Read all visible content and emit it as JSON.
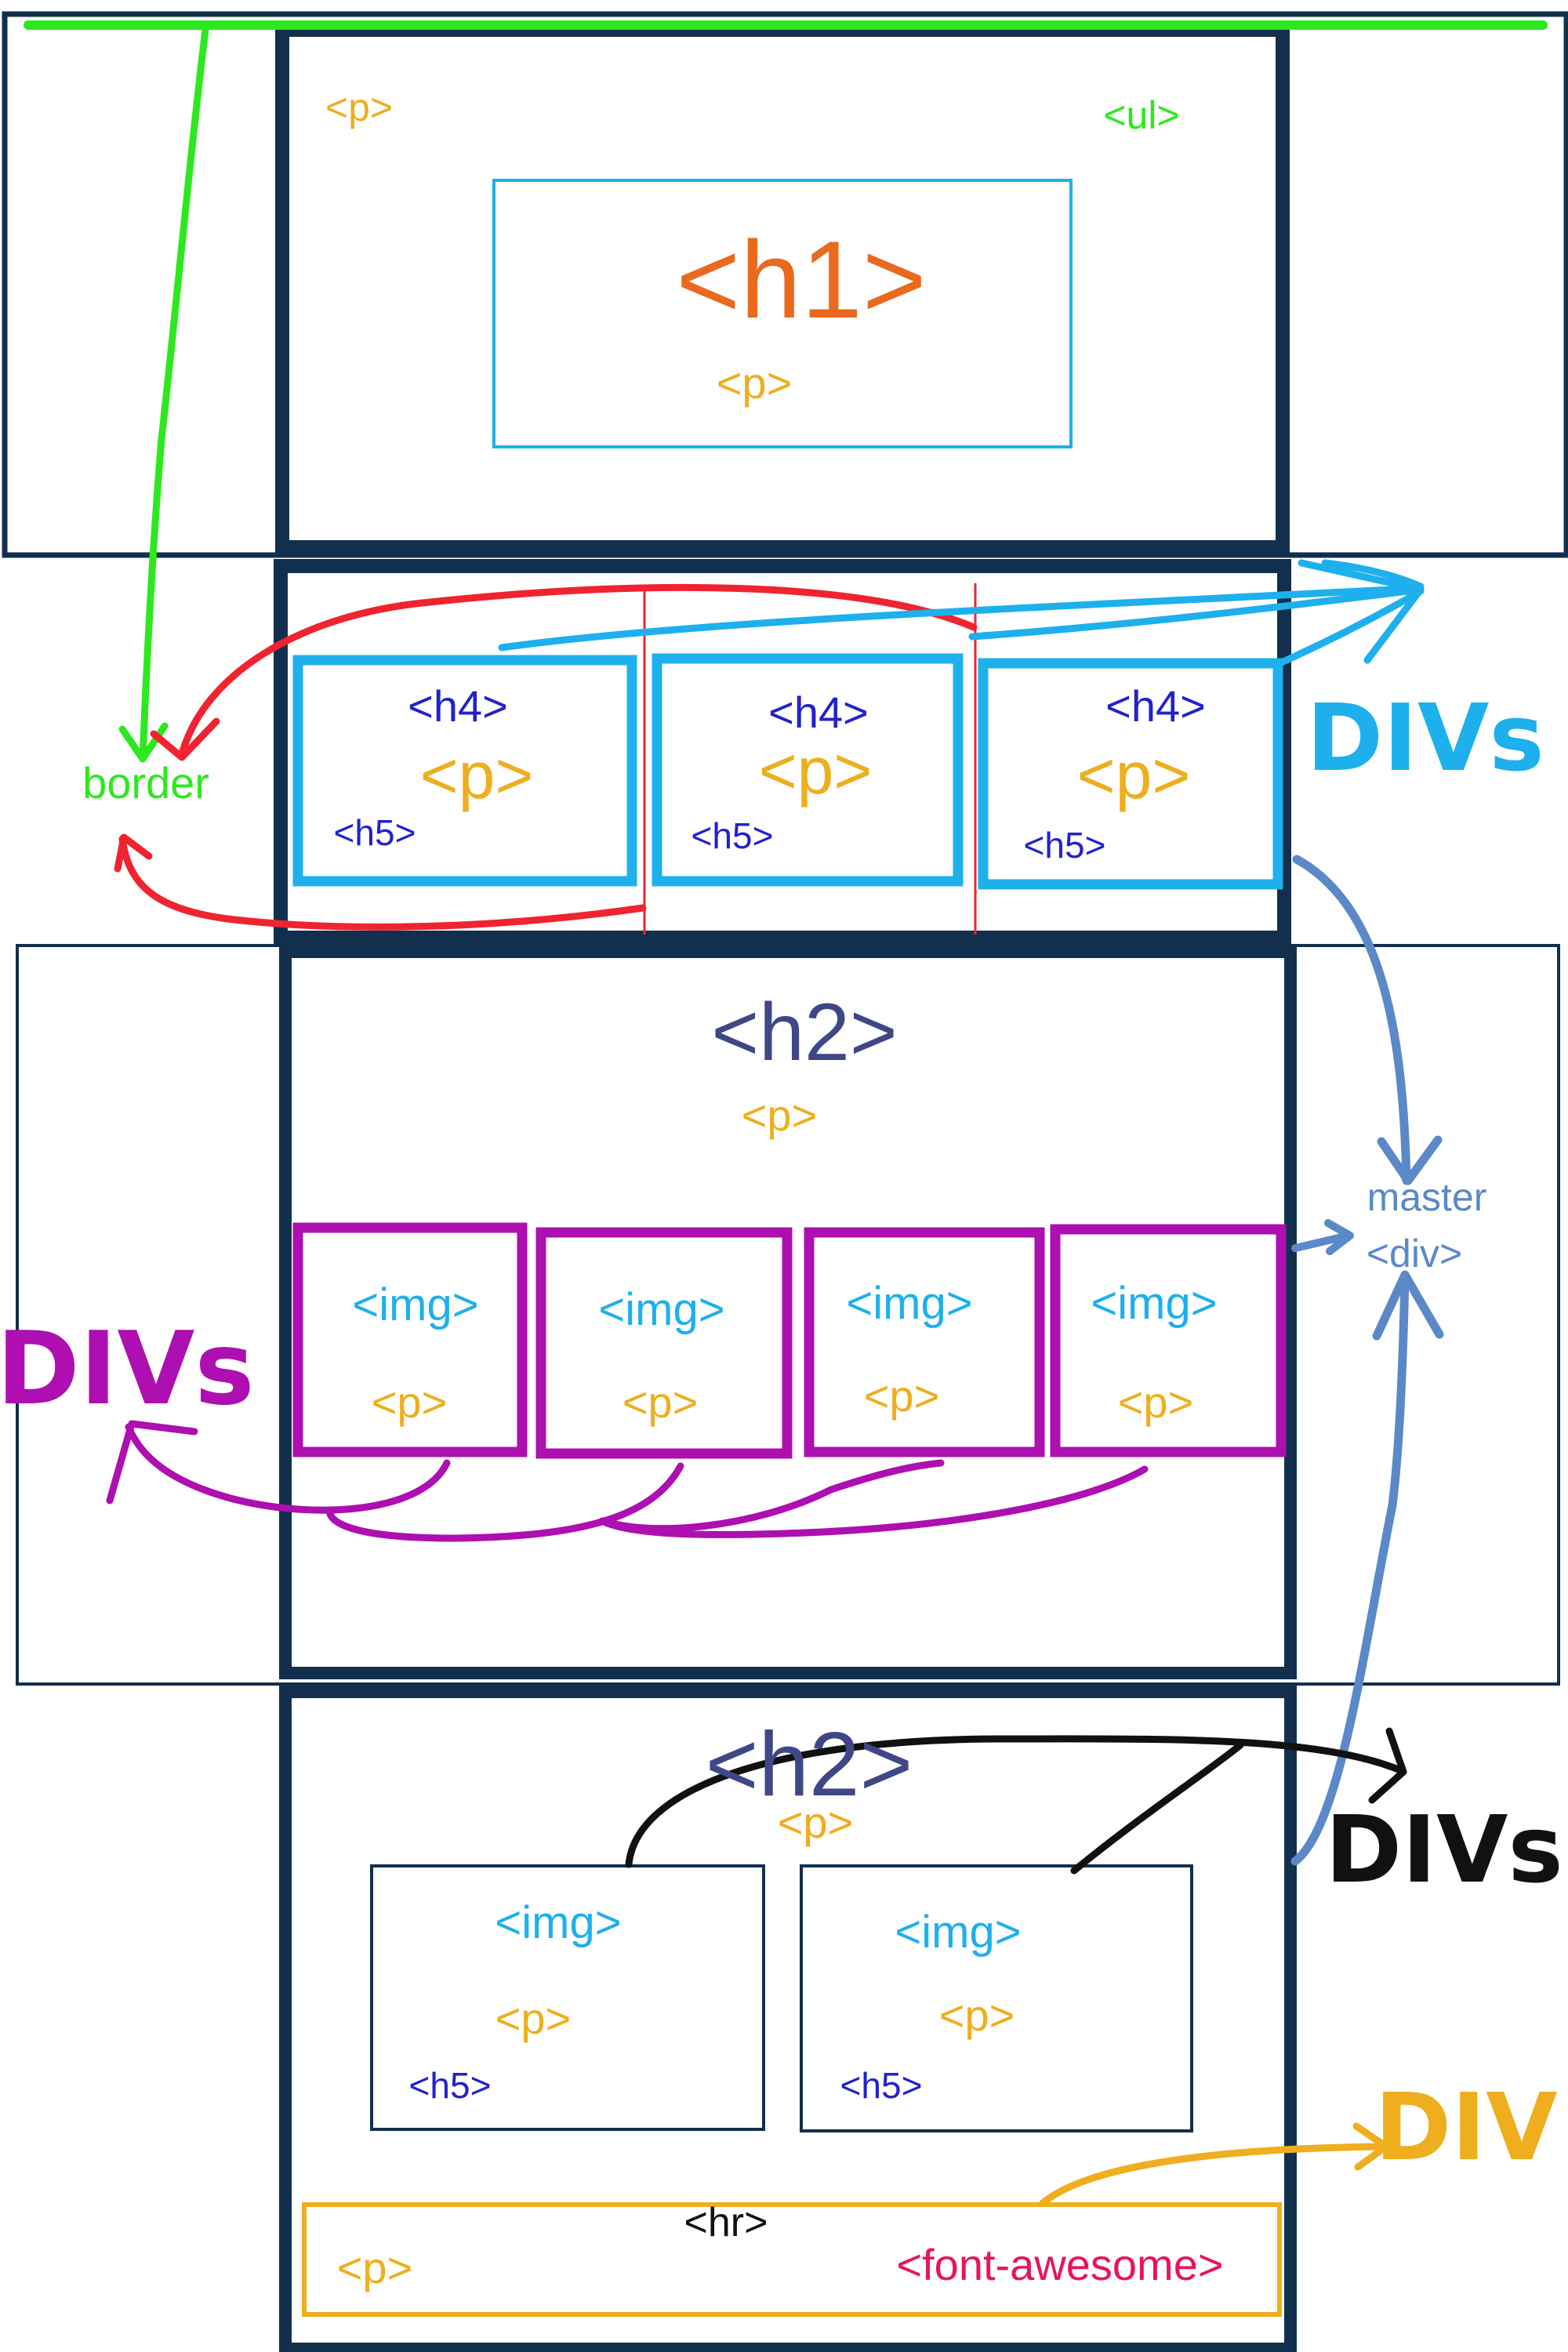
{
  "colors": {
    "navy": "#12304d",
    "green": "#2ee81f",
    "red": "#ef2430",
    "cyan": "#1eb0ec",
    "orange": "#e96a1e",
    "gold": "#eeae1e",
    "dark_blue": "#2222cc",
    "indigo": "#3f4787",
    "magenta": "#ad0fb0",
    "steel": "#5b89c8",
    "black": "#111111",
    "pink": "#e8135f"
  },
  "header": {
    "p_tag": "<p>",
    "ul_tag": "<ul>",
    "h1_tag": "<h1>",
    "inner_p_tag": "<p>"
  },
  "annotations": {
    "border": "border",
    "divs_cyan": "DIVs",
    "divs_magenta": "DIVs",
    "divs_black": "DIVs",
    "div_gold": "DIV",
    "master_line1": "master",
    "master_line2": "<div>"
  },
  "cards": [
    {
      "h4": "<h4>",
      "p": "<p>",
      "h5": "<h5>"
    },
    {
      "h4": "<h4>",
      "p": "<p>",
      "h5": "<h5>"
    },
    {
      "h4": "<h4>",
      "p": "<p>",
      "h5": "<h5>"
    }
  ],
  "gallery": {
    "h2": "<h2>",
    "p": "<p>",
    "items": [
      {
        "img": "<img>",
        "p": "<p>"
      },
      {
        "img": "<img>",
        "p": "<p>"
      },
      {
        "img": "<img>",
        "p": "<p>"
      },
      {
        "img": "<img>",
        "p": "<p>"
      }
    ]
  },
  "contact": {
    "h2": "<h2>",
    "p": "<p>",
    "items": [
      {
        "img": "<img>",
        "p": "<p>",
        "h5": "<h5>"
      },
      {
        "img": "<img>",
        "p": "<p>",
        "h5": "<h5>"
      }
    ]
  },
  "footer": {
    "hr": "<hr>",
    "p": "<p>",
    "icons": "<font-awesome>"
  }
}
